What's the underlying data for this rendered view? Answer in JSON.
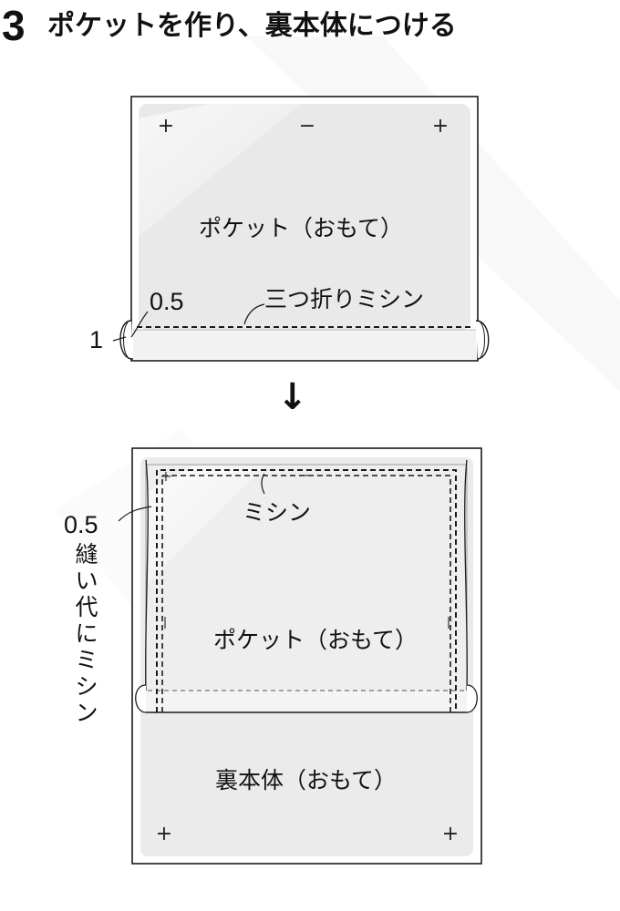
{
  "step": {
    "number": "3",
    "title": "ポケットを作り、裏本体につける"
  },
  "top_figure": {
    "pocket_label": "ポケット（おもて）",
    "seam_label": "三つ折りミシン",
    "measure_small": "0.5",
    "measure_fold": "1"
  },
  "arrow": {
    "symbol": "↓"
  },
  "bottom_figure": {
    "stitch_label": "ミシン",
    "pocket_label": "ポケット（おもて）",
    "body_label": "裏本体（おもて）",
    "measure_seam": "0.5",
    "side_note": "縫い代にミシン"
  },
  "colors": {
    "fabric": "#ececec",
    "outline": "#1a1a1a",
    "highlight": "#f6f6f6"
  }
}
